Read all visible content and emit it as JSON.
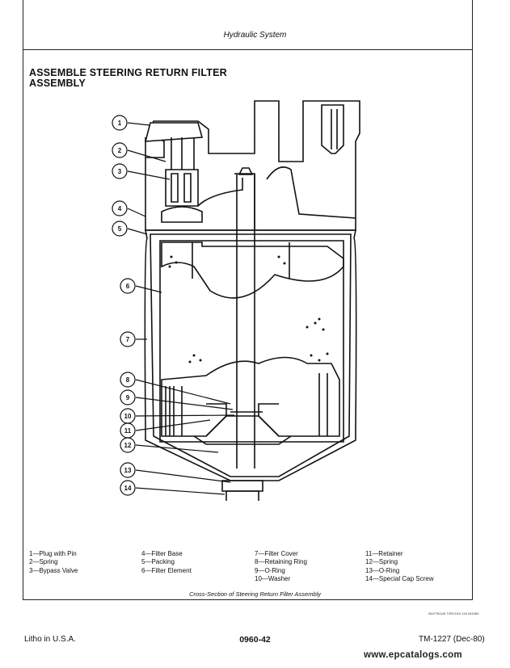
{
  "header": {
    "section_title": "Hydraulic System"
  },
  "heading": {
    "line1": "ASSEMBLE STEERING RETURN FILTER",
    "line2": "ASSEMBLY"
  },
  "callouts": [
    "1",
    "2",
    "3",
    "4",
    "5",
    "6",
    "7",
    "8",
    "9",
    "10",
    "11",
    "12",
    "13",
    "14"
  ],
  "legend": {
    "col1": [
      "1—Plug with Pin",
      "2—Spring",
      "3—Bypass Valve"
    ],
    "col2": [
      "4—Filter Base",
      "5—Packing",
      "6—Filter Element"
    ],
    "col3": [
      "7—Filter Cover",
      "8—Retaining Ring",
      "9—O-Ring",
      "10—Washer"
    ],
    "col4": [
      "11—Retainer",
      "12—Spring",
      "13—O-Ring",
      "14—Special Cap Screw"
    ]
  },
  "caption": "Cross-Section of Steering Return Filter Assembly",
  "figure_code": "0647781UN T2RCH10 144 041080",
  "footer": {
    "left": "Litho in U.S.A.",
    "center": "0960-42",
    "right": "TM-1227 (Dec-80)"
  },
  "watermark": "www.epcatalogs.com"
}
